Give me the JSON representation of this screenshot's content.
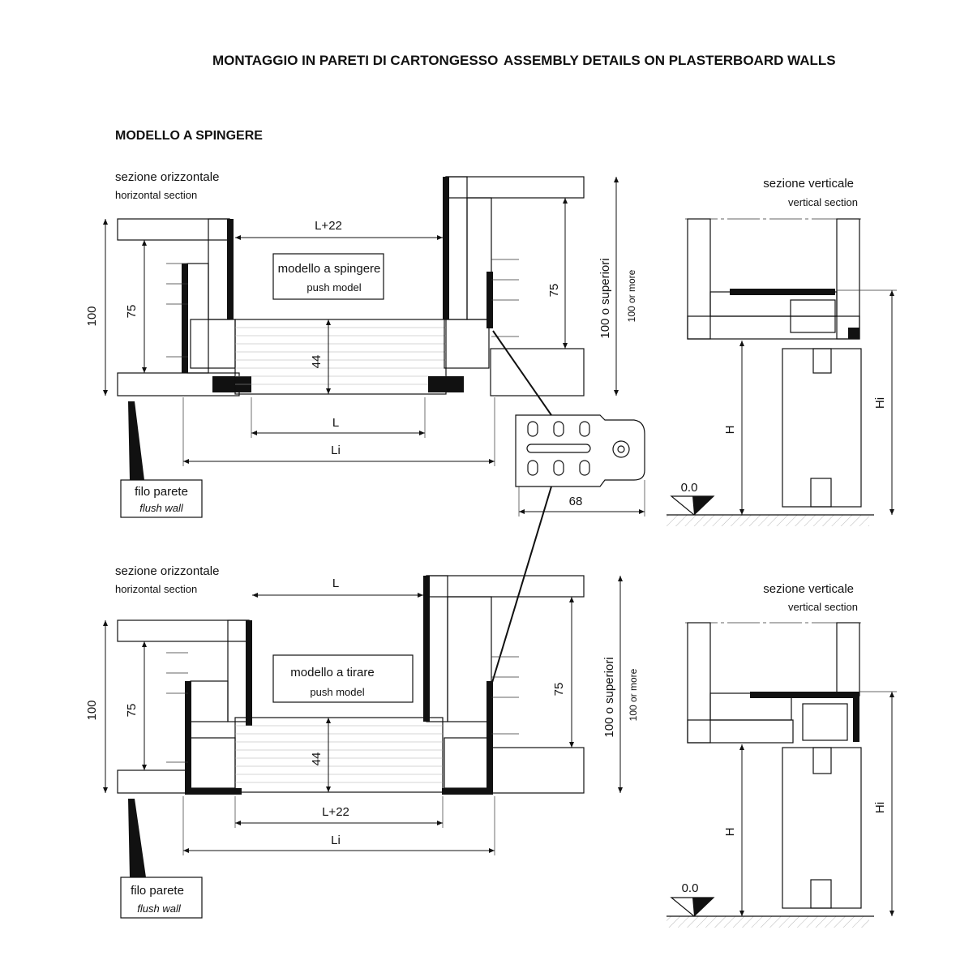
{
  "header": {
    "title_it": "MONTAGGIO IN PARETI DI CARTONGESSO",
    "title_en": "ASSEMBLY DETAILS ON PLASTERBOARD WALLS",
    "subtitle": "MODELLO A SPINGERE"
  },
  "top_section": {
    "h_label_it": "sezione orizzontale",
    "h_label_en": "horizontal section",
    "v_label_it": "sezione verticale",
    "v_label_en": "vertical section",
    "model_it": "modello a spingere",
    "model_en": "push model",
    "dim_top": "L+22",
    "dim_L": "L",
    "dim_Li": "Li",
    "dim_44": "44",
    "dim_75_left": "75",
    "dim_75_right": "75",
    "dim_100": "100",
    "dim_100_sup": "100 o superiori",
    "dim_100_more": "100 or more",
    "dim_68": "68",
    "dim_H": "H",
    "dim_Hi": "Hi",
    "floor": "0.0",
    "flush_it": "filo parete",
    "flush_en": "flush wall"
  },
  "bottom_section": {
    "h_label_it": "sezione orizzontale",
    "h_label_en": "horizontal section",
    "v_label_it": "sezione verticale",
    "v_label_en": "vertical section",
    "model_it": "modello a tirare",
    "model_en": "push model",
    "dim_top": "L",
    "dim_L22": "L+22",
    "dim_Li": "Li",
    "dim_44": "44",
    "dim_75_left": "75",
    "dim_75_right": "75",
    "dim_100": "100",
    "dim_100_sup": "100 o superiori",
    "dim_100_more": "100 or more",
    "dim_H": "H",
    "dim_Hi": "Hi",
    "floor": "0.0",
    "flush_it": "filo parete",
    "flush_en": "flush wall"
  }
}
